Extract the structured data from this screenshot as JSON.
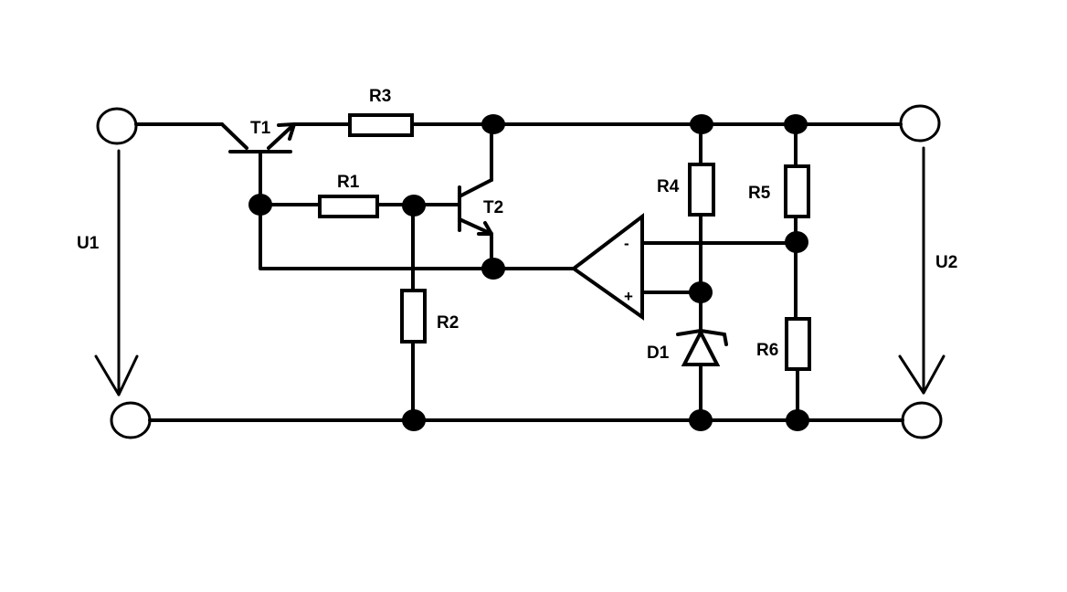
{
  "labels": {
    "t1": "T1",
    "t2": "T2",
    "r1": "R1",
    "r2": "R2",
    "r3": "R3",
    "r4": "R4",
    "r5": "R5",
    "r6": "R6",
    "d1": "D1",
    "u1": "U1",
    "u2": "U2",
    "opamp_minus": "-",
    "opamp_plus": "+"
  }
}
